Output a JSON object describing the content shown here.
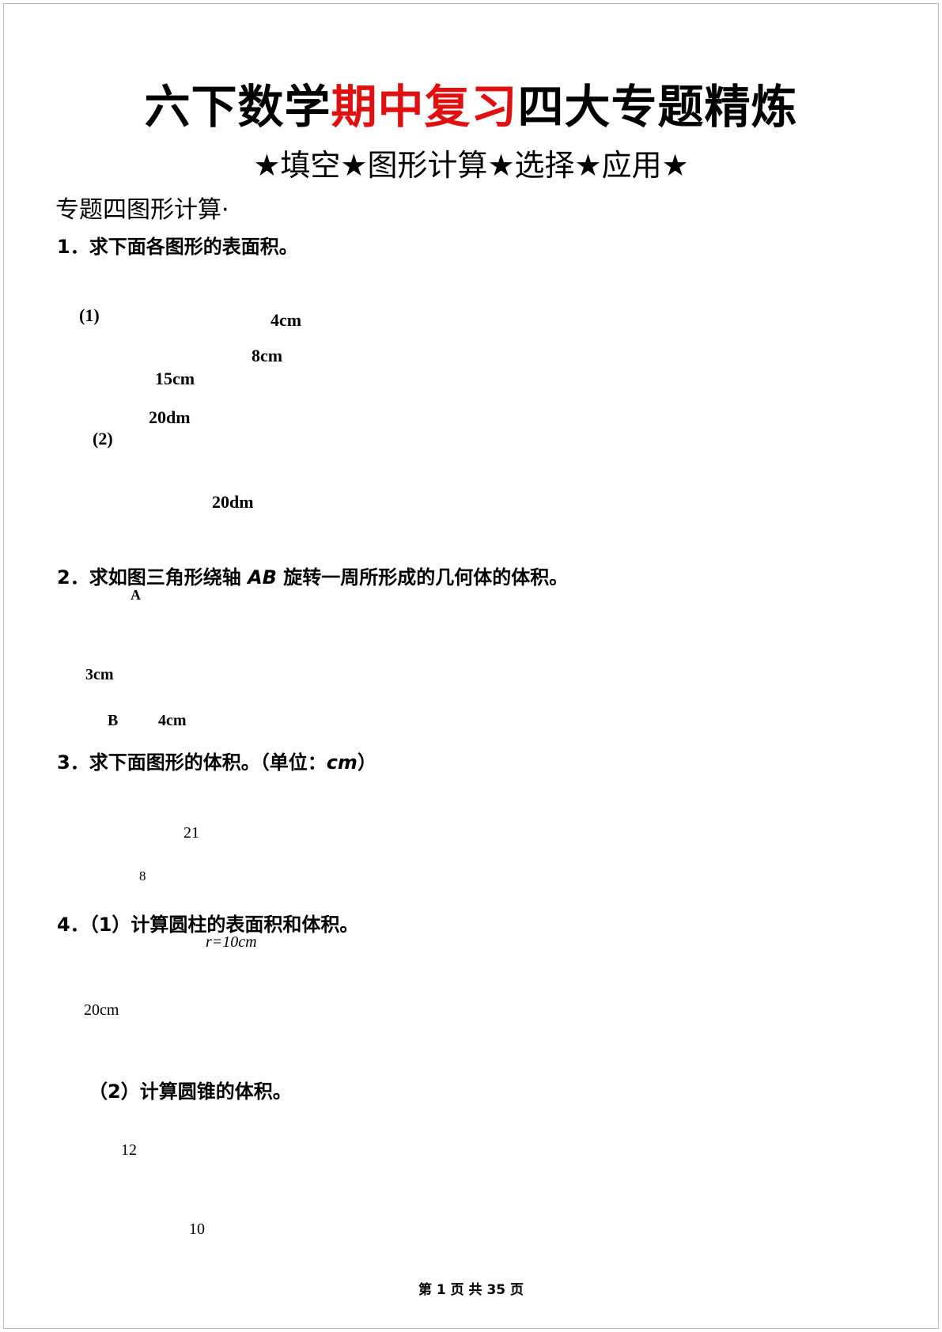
{
  "title": {
    "part1": "六下数学",
    "highlight": "期中复习",
    "part2": "四大专题精炼"
  },
  "subtitle": "★填空★图形计算★选择★应用★",
  "section": "专题四图形计算·",
  "accent_color": "#e01010",
  "questions": {
    "q1": {
      "text": "1．求下面各图形的表面积。",
      "fig1": {
        "label": "(1)",
        "height": "4cm",
        "width": "8cm",
        "length": "15cm"
      },
      "fig2": {
        "label": "(2)",
        "diameter": "20dm",
        "height": "20dm"
      }
    },
    "q2": {
      "text_before": "2．求如图三角形绕轴 ",
      "axis": "AB",
      "text_after": " 旋转一周所形成的几何体的体积。",
      "fig": {
        "a": "A",
        "b": "B",
        "side_ab": "3cm",
        "base": "4cm"
      }
    },
    "q3": {
      "text_before": "3．求下面图形的体积。（单位：",
      "unit": "cm",
      "text_after": "）",
      "fig": {
        "height": "21",
        "radius": "8"
      }
    },
    "q4": {
      "part1": "4．（1）计算圆柱的表面积和体积。",
      "fig1": {
        "radius": "r=10cm",
        "height": "20cm"
      },
      "part2": "（2）计算圆锥的体积。",
      "fig2": {
        "height": "12",
        "diameter": "10"
      }
    }
  },
  "footer": "第 1 页 共 35 页"
}
